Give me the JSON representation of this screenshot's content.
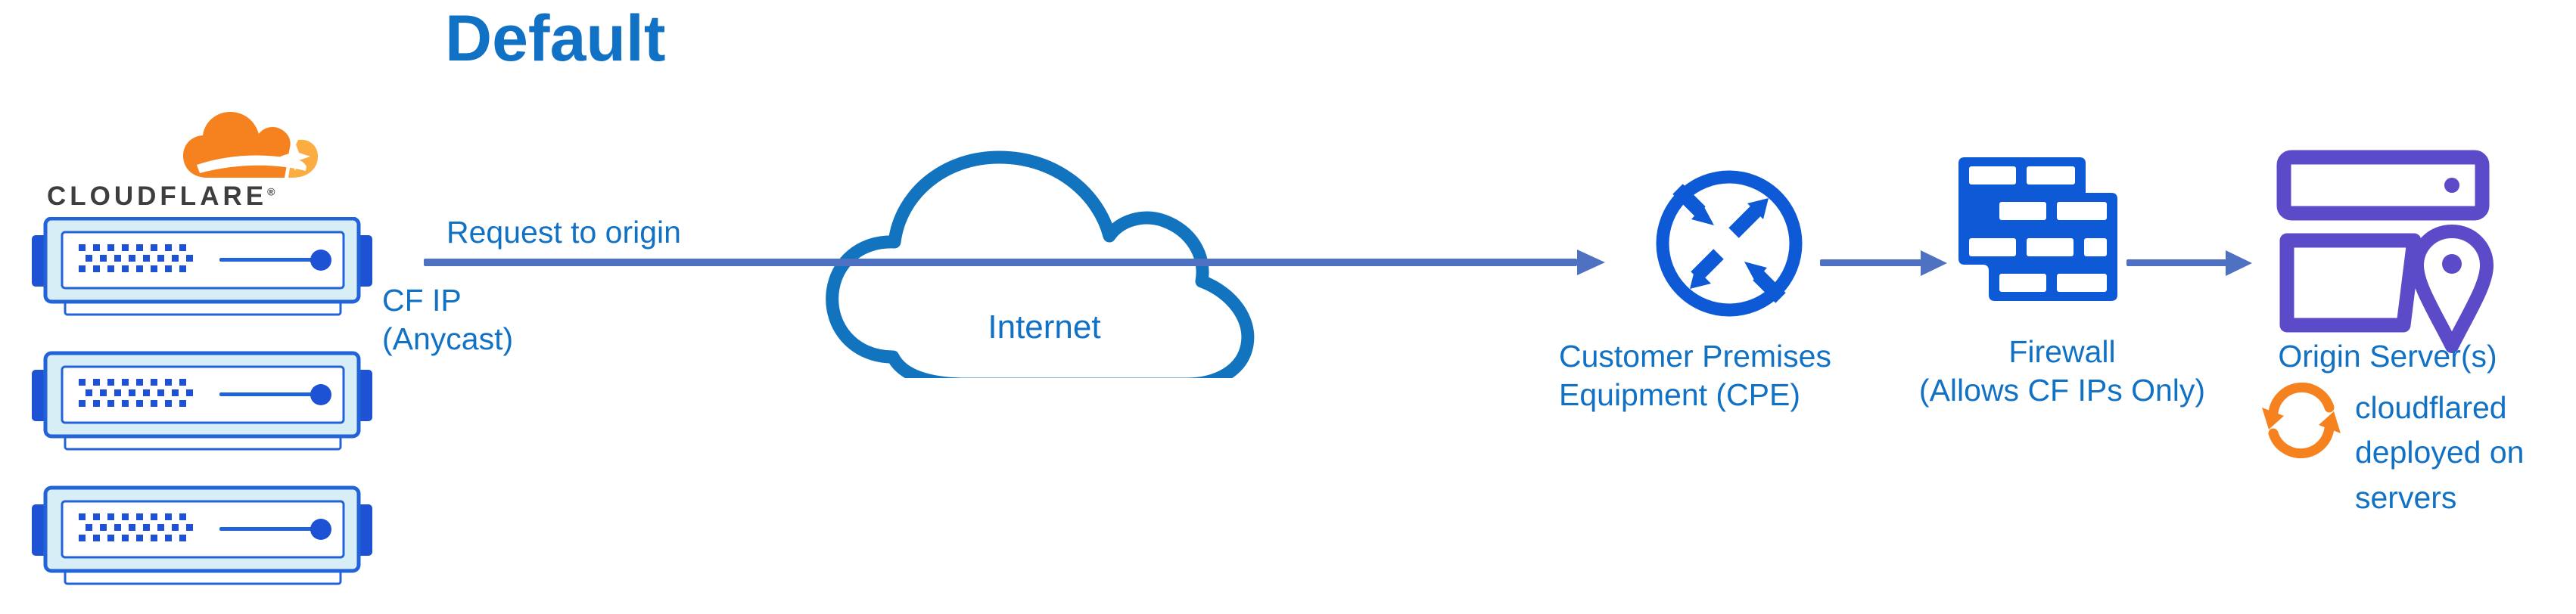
{
  "title": "Default",
  "logo": {
    "wordmark": "CLOUDFLARE",
    "registered": "®"
  },
  "flow": {
    "request_label": "Request to origin",
    "cf_ip_line1": "CF IP",
    "cf_ip_line2": "(Anycast)",
    "internet_label": "Internet",
    "cpe_line1": "Customer Premises",
    "cpe_line2": "Equipment (CPE)",
    "firewall_line1": "Firewall",
    "firewall_line2": "(Allows CF IPs Only)",
    "origin_label": "Origin Server(s)",
    "cloudflared_line1": "cloudflared",
    "cloudflared_line2": "deployed on",
    "cloudflared_line3": "servers"
  },
  "icons": [
    "cloudflare-logo-cloud-icon",
    "server-rack-icon",
    "internet-cloud-icon",
    "cpe-router-icon",
    "firewall-brick-icon",
    "origin-server-icon",
    "location-pin-icon",
    "sync-arrows-icon"
  ],
  "colors": {
    "blue_label": "#1171C4",
    "blue_icon": "#0E59D6",
    "server_border": "#2263D8",
    "server_dark": "#1E52D4",
    "server_light": "#D8EEF6",
    "slate_arrow": "#4E71C2",
    "cloud_stroke": "#1273BE",
    "purple": "#5C4BC8",
    "orange": "#F6821F",
    "orange_light": "#FBAD41",
    "wordmark_gray": "#3E3E40"
  }
}
